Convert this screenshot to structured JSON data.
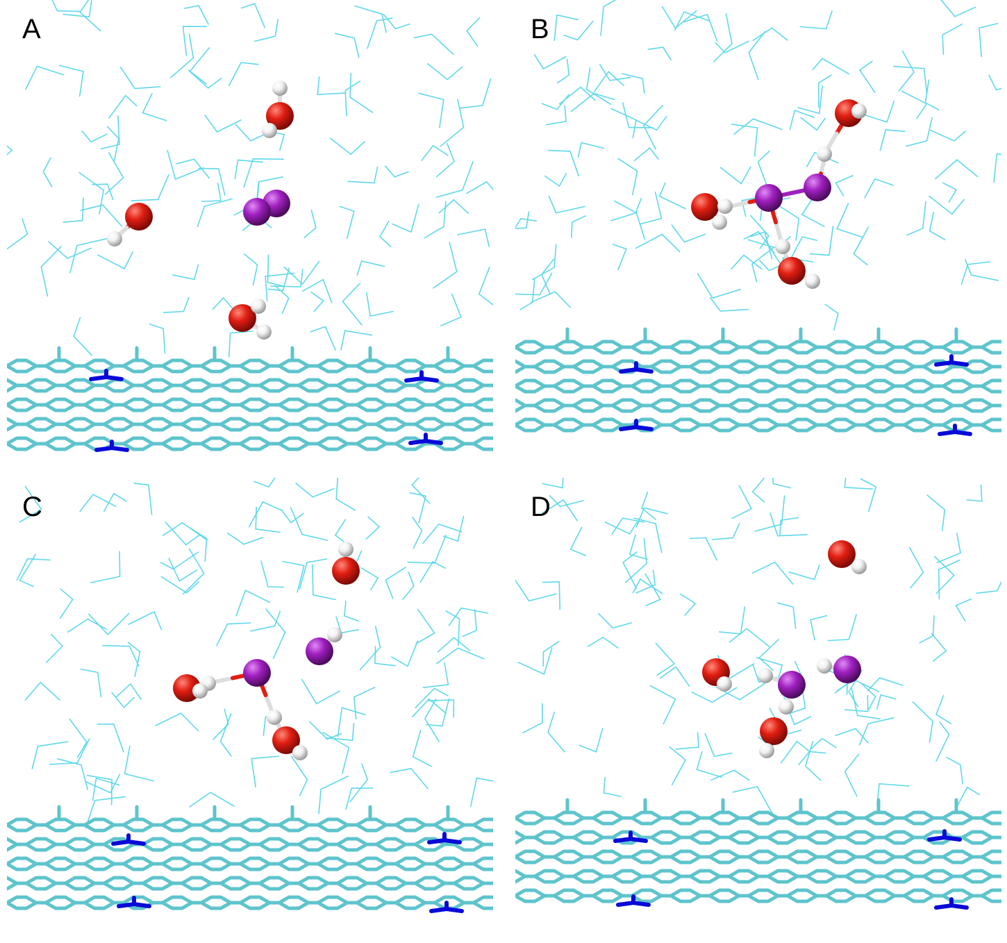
{
  "figure": {
    "panels": [
      {
        "label": "A"
      },
      {
        "label": "B"
      },
      {
        "label": "C"
      },
      {
        "label": "D"
      }
    ]
  },
  "colors": {
    "water_lines": "#5fd8ea",
    "sheet": "#5ec4cc",
    "nitrogen": "#0a0ad8",
    "oxygen": "#e01e12",
    "hydrogen": "#ffffff",
    "iodine": "#a020c0"
  }
}
